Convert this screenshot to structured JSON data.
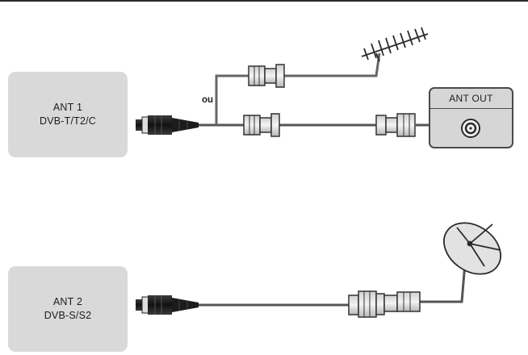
{
  "ant1": {
    "title": "ANT 1",
    "standard": "DVB-T/T2/C"
  },
  "ant2": {
    "title": "ANT 2",
    "standard": "DVB-S/S2"
  },
  "ant_out": {
    "label": "ANT OUT"
  },
  "junction": {
    "label": "ou"
  },
  "colors": {
    "box_fill": "#d9d9d9",
    "cable": "#555555",
    "plug": "#1a1a1a"
  }
}
